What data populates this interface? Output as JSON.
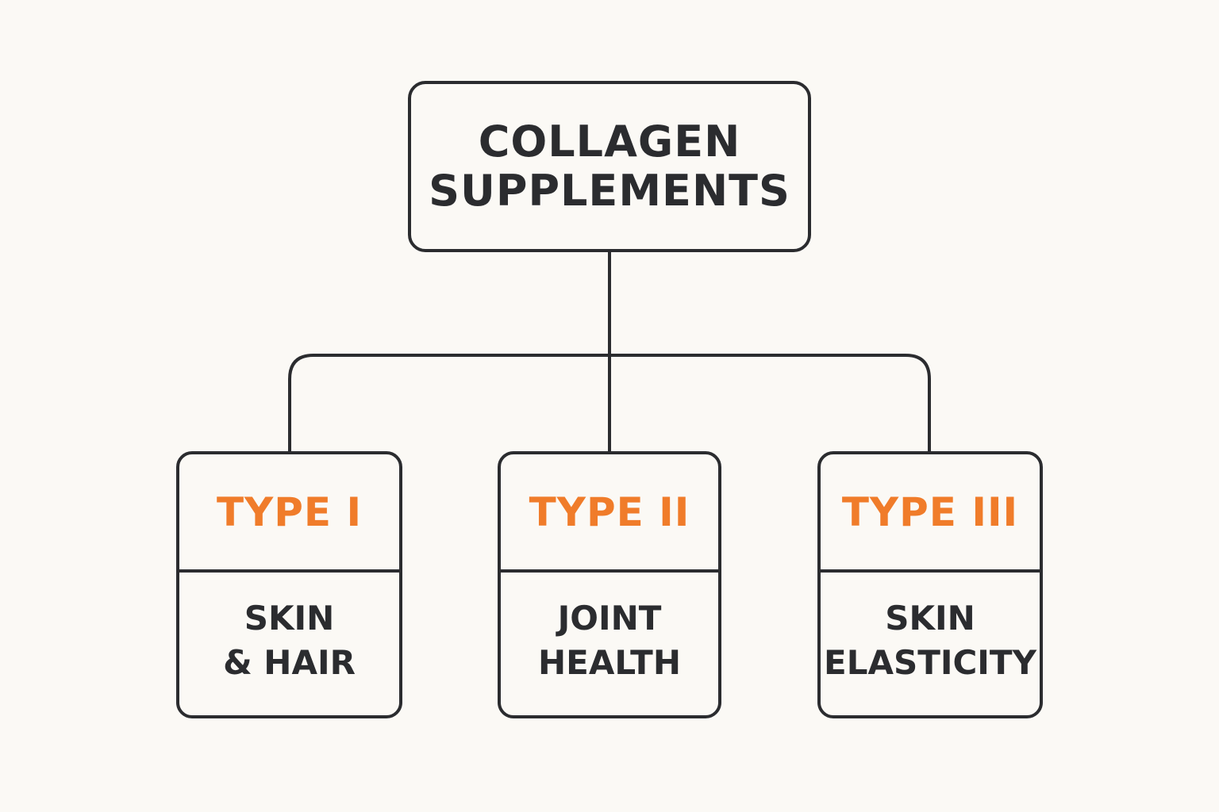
{
  "root": {
    "line1": "COLLAGEN",
    "line2": "SUPPLEMENTS"
  },
  "types": [
    {
      "label": "TYPE I",
      "benefit_line1": "SKIN",
      "benefit_line2": "& HAIR"
    },
    {
      "label": "TYPE II",
      "benefit_line1": "JOINT",
      "benefit_line2": "HEALTH"
    },
    {
      "label": "TYPE III",
      "benefit_line1": "SKIN",
      "benefit_line2": "ELASTICITY"
    }
  ],
  "colors": {
    "background": "#fbf9f5",
    "stroke": "#2b2c2f",
    "accent": "#f07c2a"
  }
}
